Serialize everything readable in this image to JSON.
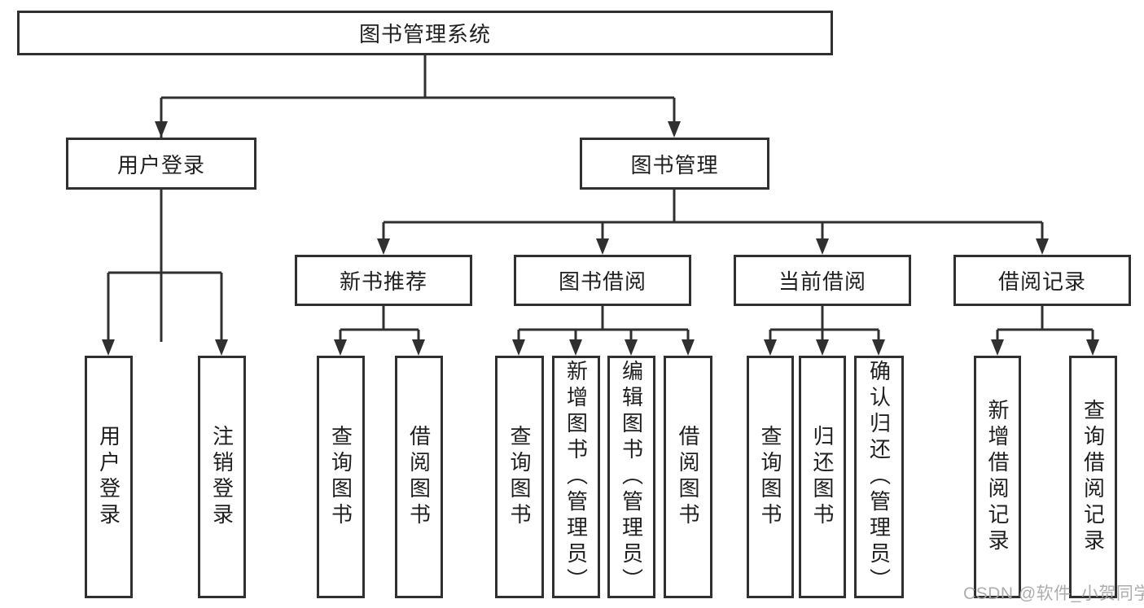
{
  "watermark": "CSDN @软件_小贺同学",
  "colors": {
    "line": "#303030",
    "text": "#1f1f1f",
    "background": "#ffffff",
    "watermark": "#a9a9a9"
  },
  "tree": {
    "label": "图书管理系统",
    "children": [
      {
        "label": "用户登录",
        "children": [
          {
            "label": "用户登录"
          },
          {
            "label": "注销登录"
          }
        ]
      },
      {
        "label": "图书管理",
        "children": [
          {
            "label": "新书推荐",
            "children": [
              {
                "label": "查询图书"
              },
              {
                "label": "借阅图书"
              }
            ]
          },
          {
            "label": "图书借阅",
            "children": [
              {
                "label": "查询图书"
              },
              {
                "label": "新增图书（管理员）"
              },
              {
                "label": "编辑图书（管理员）"
              },
              {
                "label": "借阅图书"
              }
            ]
          },
          {
            "label": "当前借阅",
            "children": [
              {
                "label": "查询图书"
              },
              {
                "label": "归还图书"
              },
              {
                "label": "确认归还（管理员）"
              }
            ]
          },
          {
            "label": "借阅记录",
            "children": [
              {
                "label": "新增借阅记录"
              },
              {
                "label": "查询借阅记录"
              }
            ]
          }
        ]
      }
    ]
  }
}
